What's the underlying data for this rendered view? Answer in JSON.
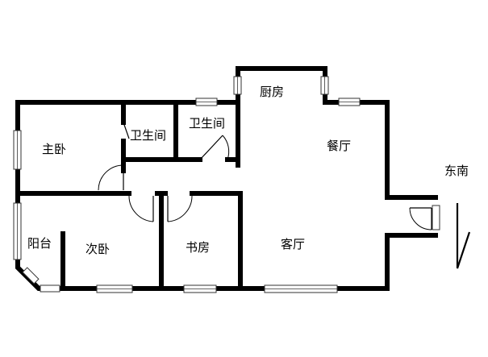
{
  "rooms": {
    "kitchen": "厨房",
    "bath1": "卫生间",
    "bath2": "卫生间",
    "master_bedroom": "主卧",
    "dining": "餐厅",
    "balcony": "阳台",
    "second_bedroom": "次卧",
    "study": "书房",
    "living": "客厅"
  },
  "orientation": {
    "label": "东南",
    "icon": "north-arrow-icon"
  },
  "colors": {
    "wall": "#000000",
    "background": "#ffffff"
  }
}
